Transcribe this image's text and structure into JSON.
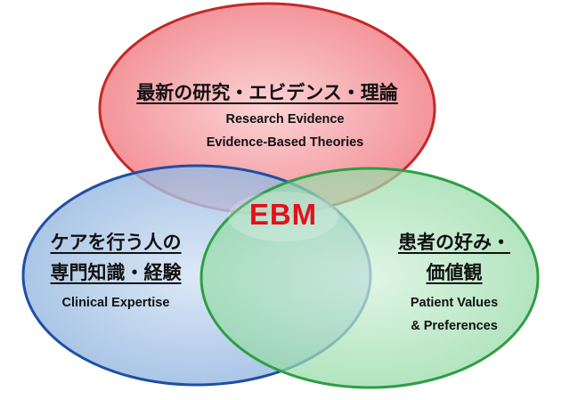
{
  "diagram": {
    "center": {
      "text": "EBM",
      "color": "#e4101c"
    },
    "circles": [
      {
        "id": "research",
        "fill": "#f6a7ab",
        "stroke": "#c62828",
        "title_lines": [
          "最新の研究・エビデンス・理論"
        ],
        "subtitle_lines": [
          "Research Evidence",
          "Evidence-Based Theories"
        ]
      },
      {
        "id": "expertise",
        "fill": "#a9c7e8",
        "stroke": "#1f4fa3",
        "title_lines": [
          "ケアを行う人の",
          "専門知識・経験"
        ],
        "subtitle_lines": [
          "Clinical Expertise"
        ]
      },
      {
        "id": "patient",
        "fill": "#a7e2b6",
        "stroke": "#2e9e44",
        "title_lines": [
          "患者の好み・",
          "価値観"
        ],
        "subtitle_lines": [
          "Patient Values",
          "& Preferences"
        ]
      }
    ]
  }
}
